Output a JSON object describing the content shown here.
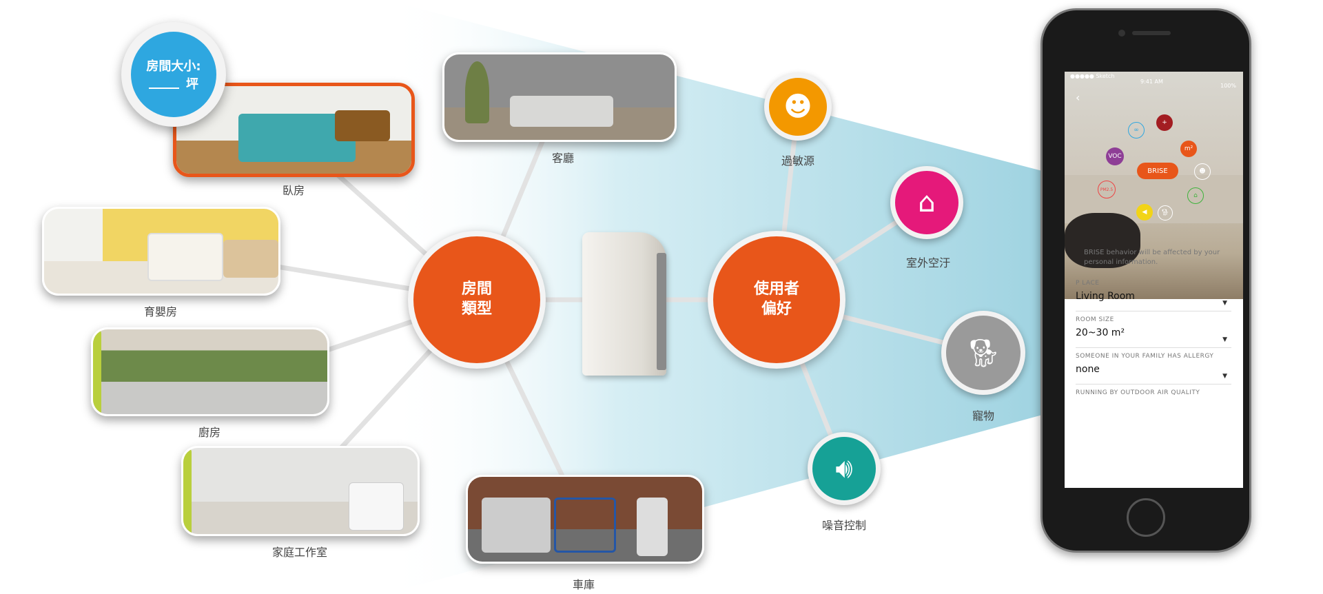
{
  "room_size_bubble": {
    "line1": "房間大小:",
    "unit": "坪"
  },
  "hubs": {
    "room_type": "房間\n類型",
    "user_pref": "使用者\n偏好"
  },
  "rooms": [
    {
      "key": "bedroom",
      "label": "臥房"
    },
    {
      "key": "living",
      "label": "客廳"
    },
    {
      "key": "nursery",
      "label": "育嬰房"
    },
    {
      "key": "kitchen",
      "label": "廚房"
    },
    {
      "key": "studio",
      "label": "家庭工作室"
    },
    {
      "key": "garage",
      "label": "車庫"
    }
  ],
  "preferences": [
    {
      "key": "allergen",
      "label": "過敏源",
      "icon": "person-breath-icon",
      "color": "#f39800"
    },
    {
      "key": "outdoor",
      "label": "室外空汙",
      "icon": "factory-house-icon",
      "color": "#e5197a"
    },
    {
      "key": "pet",
      "label": "寵物",
      "icon": "dog-icon",
      "color": "#9a9a9a"
    },
    {
      "key": "noise",
      "label": "噪音控制",
      "icon": "speaker-icon",
      "color": "#16a196"
    }
  ],
  "colors": {
    "accent": "#e8561a",
    "bubble": "#2ea7e0",
    "beam": "#a8d8e4"
  },
  "phone": {
    "status": {
      "carrier": "●●●●● Sketch",
      "time": "9:41 AM",
      "battery": "100%"
    },
    "center_node": "BRISE",
    "nodes": [
      "VOC",
      "m²",
      "PM2.5"
    ],
    "description": "BRISE behavior will be affected by your personal information.",
    "fields": [
      {
        "label": "P LACE",
        "value": "Living Room"
      },
      {
        "label": "ROOM SIZE",
        "value": "20~30 m²"
      },
      {
        "label": "SOMEONE IN YOUR FAMILY HAS ALLERGY",
        "value": "none"
      },
      {
        "label": "RUNNING BY OUTDOOR AIR QUALITY",
        "value": ""
      }
    ]
  }
}
